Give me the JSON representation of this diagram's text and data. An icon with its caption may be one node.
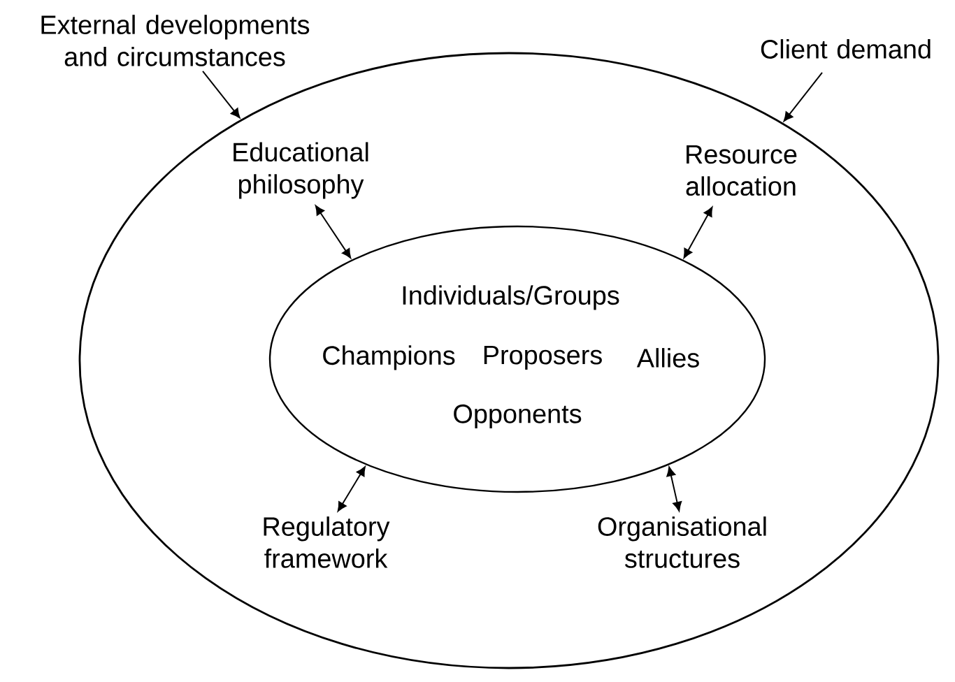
{
  "diagram": {
    "nodes": [
      {
        "text": [],
        "shape": "ellipse"
      },
      {
        "text": [
          "External developments and circumstances"
        ]
      },
      {
        "text": [
          "Client demand"
        ]
      },
      {
        "text": [
          "Educational philosophy"
        ],
        "in": 0
      },
      {
        "text": [
          "Resource allocation"
        ],
        "in": 0
      },
      {
        "text": [
          "Individuals/Groups",
          "Champions",
          "Proposers",
          "Allies",
          "Opponents"
        ],
        "in": 0
      },
      {
        "text": [
          "Regulatory framework"
        ],
        "in": 0
      },
      {
        "text": [
          "Organisational structures"
        ],
        "in": 0
      }
    ],
    "edges": [
      {
        "from": 1,
        "to": 0,
        "arrow": "to"
      },
      {
        "from": 2,
        "to": 0,
        "arrow": "to"
      },
      {
        "from": 3,
        "to": 5,
        "arrow": "both"
      },
      {
        "from": 4,
        "to": 5,
        "arrow": "both"
      },
      {
        "from": 6,
        "to": 5,
        "arrow": "both"
      },
      {
        "from": 7,
        "to": 5,
        "arrow": "both"
      }
    ]
  }
}
